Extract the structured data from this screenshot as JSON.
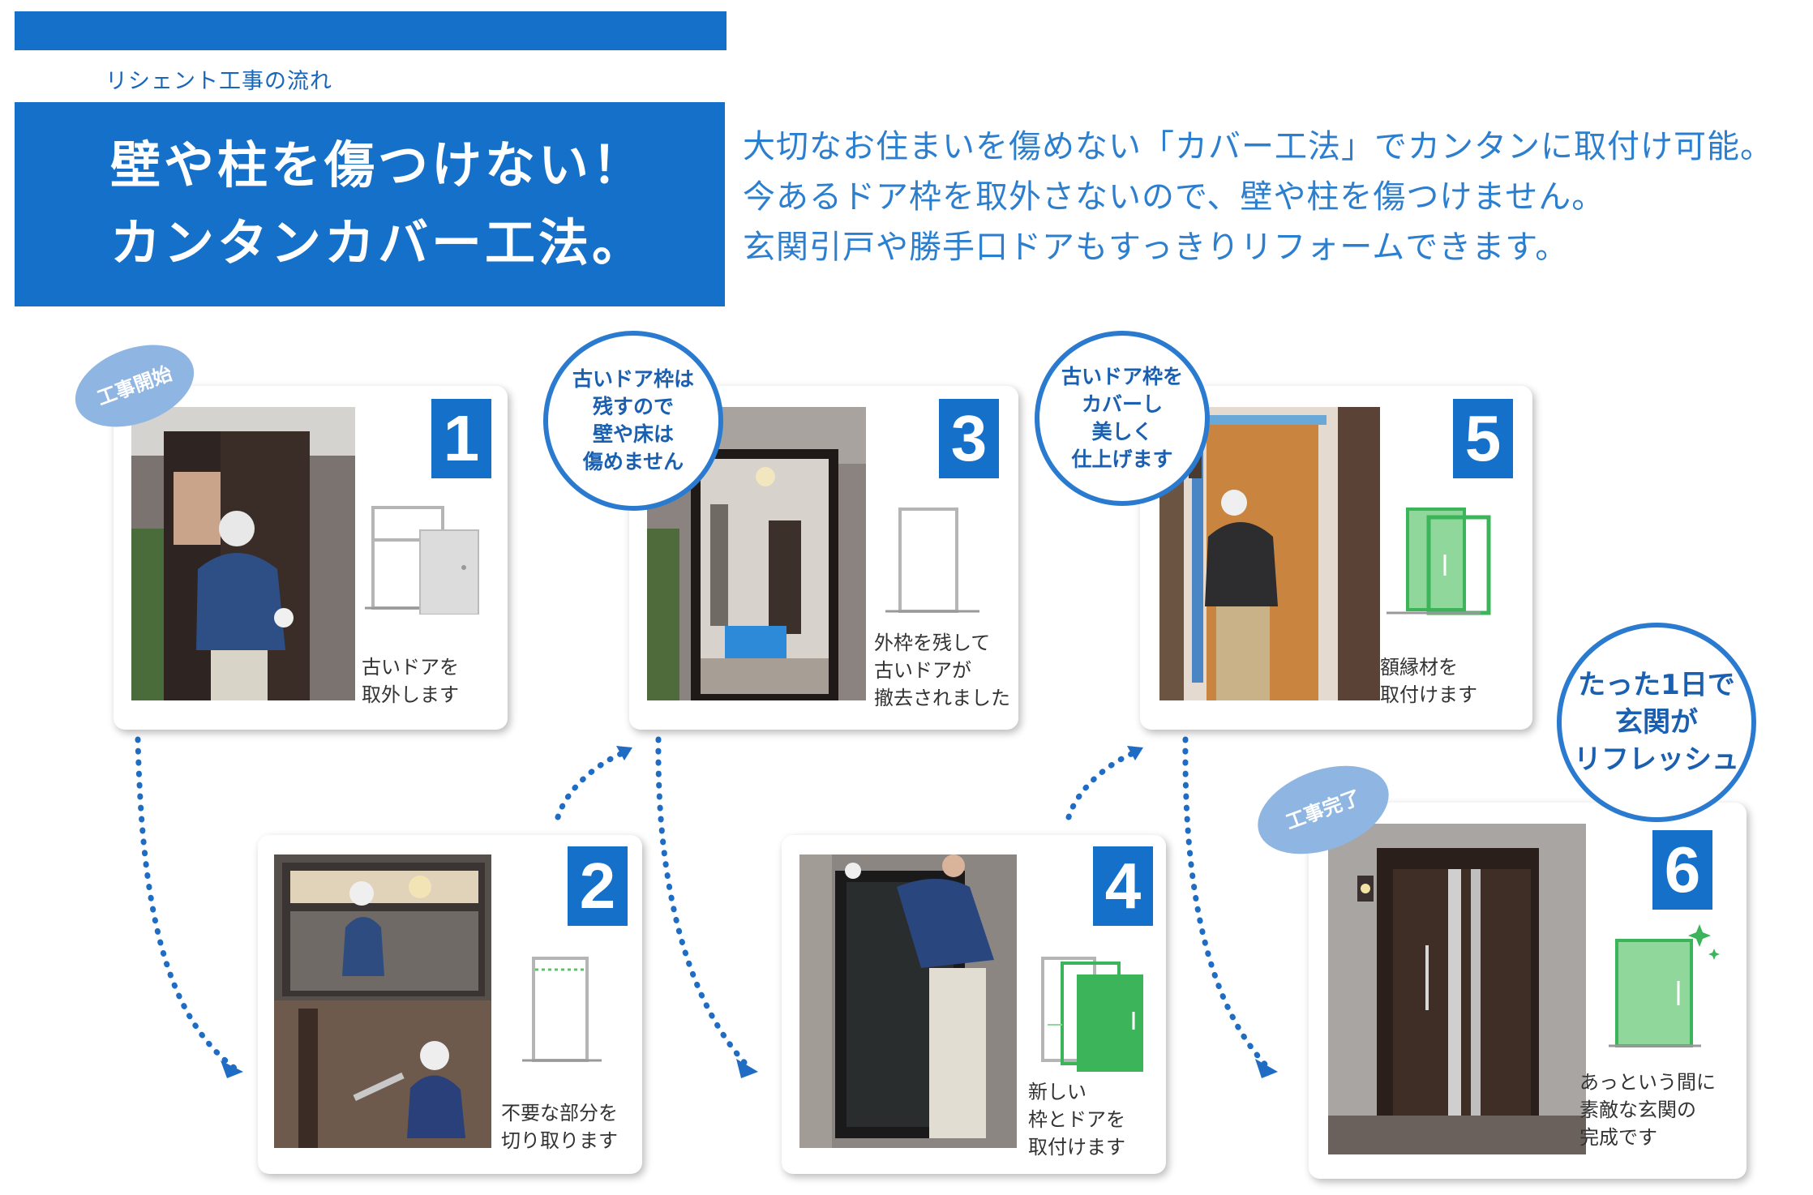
{
  "header": {
    "subtitle": "リシェント工事の流れ",
    "title_lines": [
      "壁や柱を傷つけない！",
      "カンタンカバー工法。"
    ],
    "intro_lines": [
      "大切なお住まいを傷めない「カバー工法」でカンタンに取付け可能。",
      "今あるドア枠を取外さないので、壁や柱を傷つけません。",
      "玄関引戸や勝手口ドアもすっきりリフォームできます。"
    ]
  },
  "steps": [
    {
      "number": "1",
      "caption_lines": [
        "古いドアを",
        "取外します"
      ]
    },
    {
      "number": "2",
      "caption_lines": [
        "不要な部分を",
        "切り取ります"
      ]
    },
    {
      "number": "3",
      "caption_lines": [
        "外枠を残して",
        "古いドアが",
        "撤去されました"
      ]
    },
    {
      "number": "4",
      "caption_lines": [
        "新しい",
        "枠とドアを",
        "取付けます"
      ]
    },
    {
      "number": "5",
      "caption_lines": [
        "額縁材を",
        "取付けます"
      ]
    },
    {
      "number": "6",
      "caption_lines": [
        "あっという間に",
        "素敵な玄関の",
        "完成です"
      ]
    }
  ],
  "tags": {
    "start": "工事開始",
    "finish": "工事完了"
  },
  "bubbles": {
    "keep_frame": [
      "古いドア枠は",
      "残すので",
      "壁や床は",
      "傷めません"
    ],
    "cover_frame": [
      "古いドア枠を",
      "カバーし",
      "美しく",
      "仕上げます"
    ],
    "one_day": [
      "たった1日で",
      "玄関が",
      "リフレッシュ"
    ]
  },
  "colors": {
    "brand_blue": "#1570c9",
    "accent_green": "#3cb55a",
    "light_green": "#8fd79a",
    "tag_blue": "#8fb6e3"
  }
}
